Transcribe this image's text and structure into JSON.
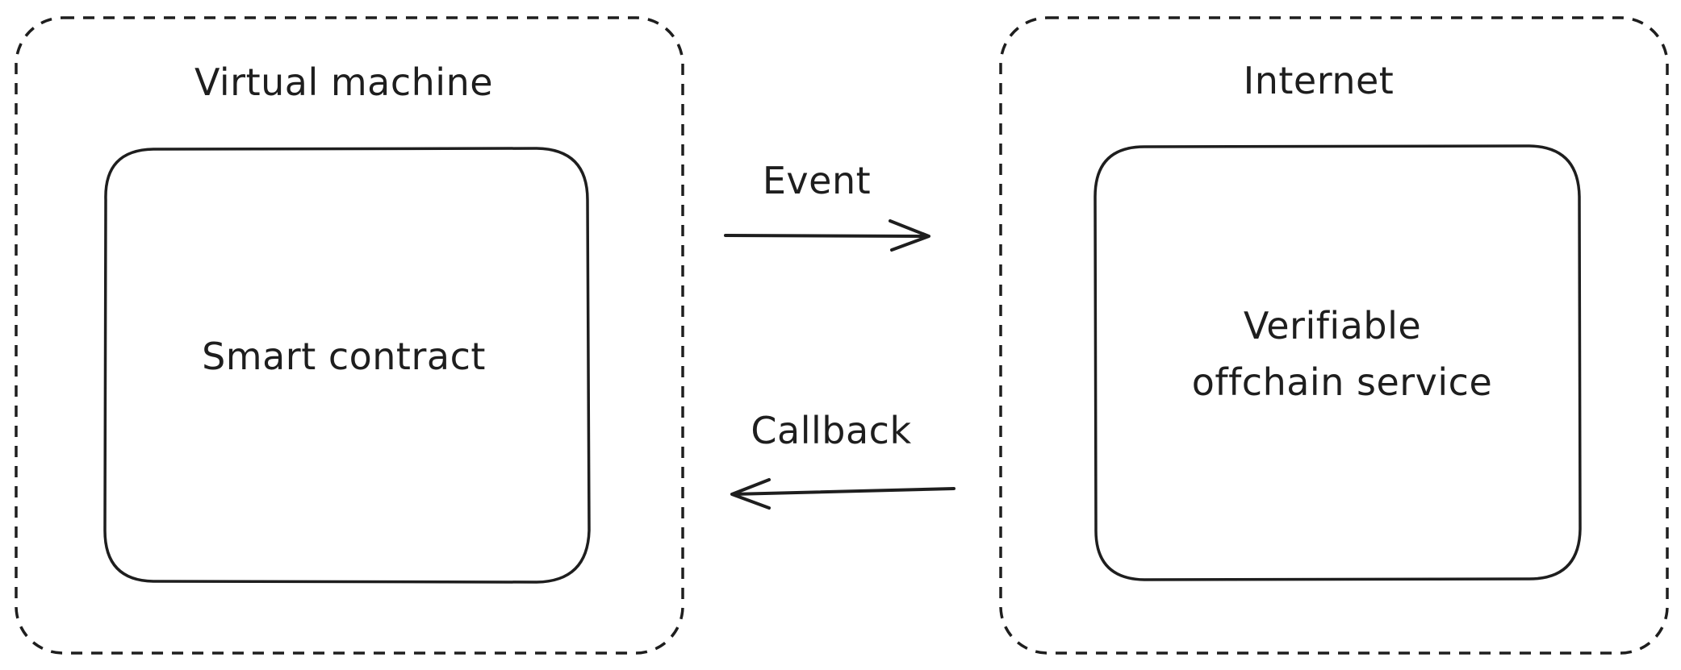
{
  "diagram": {
    "left_zone": {
      "title": "Virtual machine",
      "box_label": "Smart contract"
    },
    "right_zone": {
      "title": "Internet",
      "box_label_line1": "Verifiable",
      "box_label_line2": "offchain service"
    },
    "arrows": {
      "top_label": "Event",
      "bottom_label": "Callback"
    },
    "colors": {
      "stroke": "#1e1e1e",
      "background": "#ffffff"
    }
  }
}
